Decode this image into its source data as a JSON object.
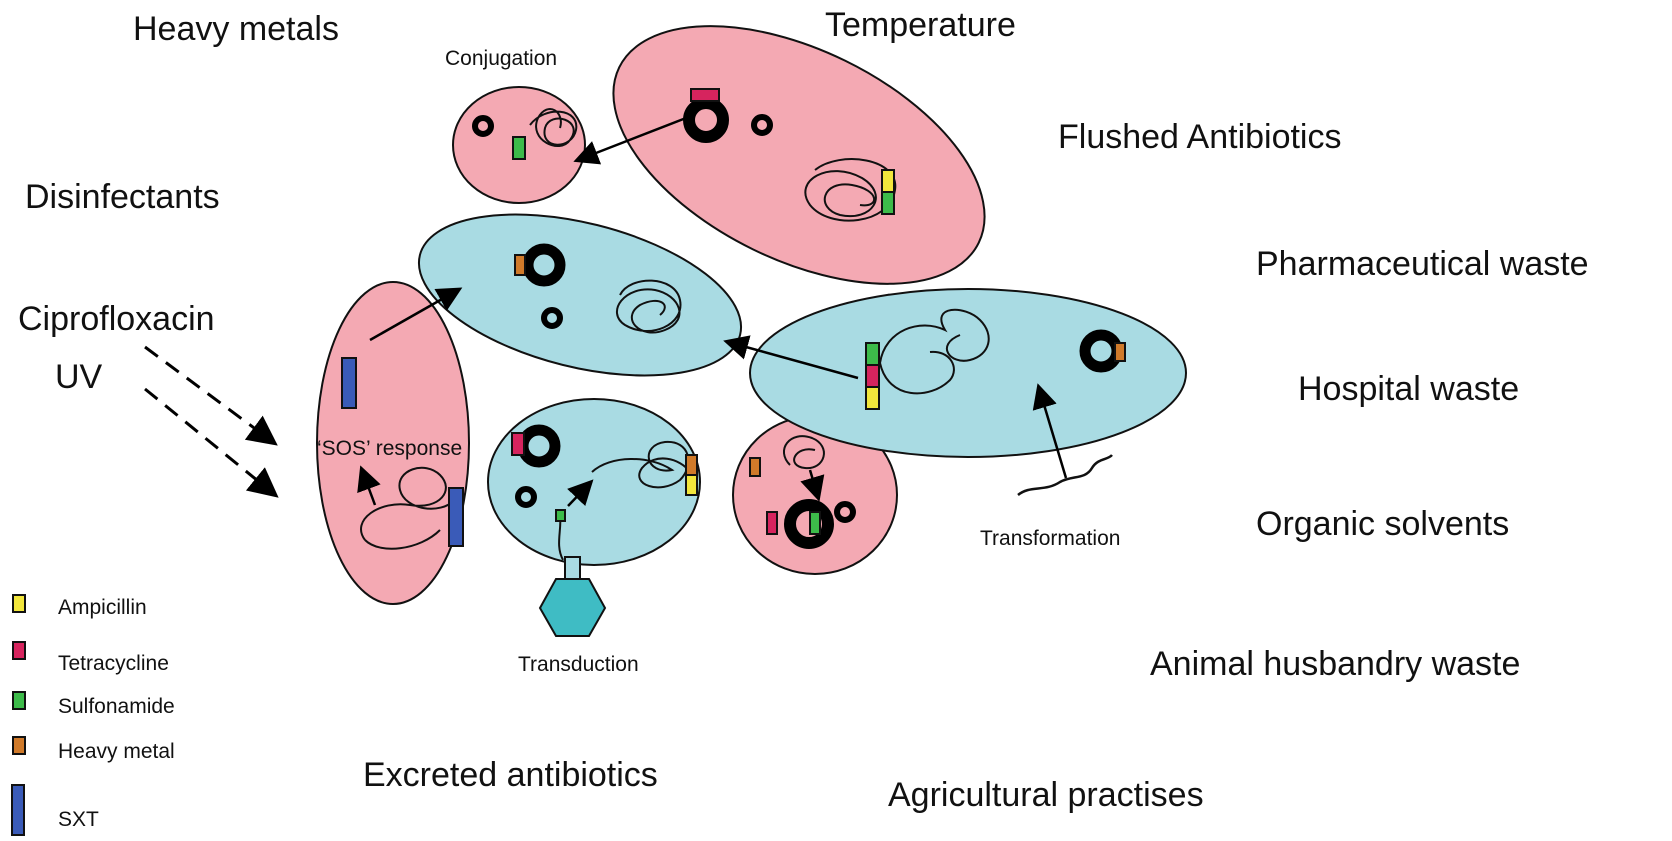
{
  "factors": {
    "heavy_metals": "Heavy metals",
    "temperature": "Temperature",
    "flushed_antibiotics": "Flushed Antibiotics",
    "disinfectants": "Disinfectants",
    "pharmaceutical_waste": "Pharmaceutical waste",
    "ciprofloxacin": "Ciprofloxacin",
    "uv": "UV",
    "hospital_waste": "Hospital waste",
    "organic_solvents": "Organic solvents",
    "animal_husbandry_waste": "Animal husbandry waste",
    "excreted_antibiotics": "Excreted antibiotics",
    "agricultural_practises": "Agricultural practises"
  },
  "mechanisms": {
    "conjugation": "Conjugation",
    "sos_response": "‘SOS’ response",
    "transduction": "Transduction",
    "transformation": "Transformation"
  },
  "legend": {
    "items": [
      {
        "label": "Ampicillin",
        "color": "#f2e63c"
      },
      {
        "label": "Tetracycline",
        "color": "#d6245e"
      },
      {
        "label": "Sulfonamide",
        "color": "#3dbb4a"
      },
      {
        "label": "Heavy metal",
        "color": "#d07a2a"
      },
      {
        "label": "SXT",
        "color": "#3a5bb8"
      }
    ]
  },
  "colors": {
    "pink_cell": "#f4a9b3",
    "blue_cell": "#a9dbe3",
    "phage": "#3fbcc4"
  }
}
